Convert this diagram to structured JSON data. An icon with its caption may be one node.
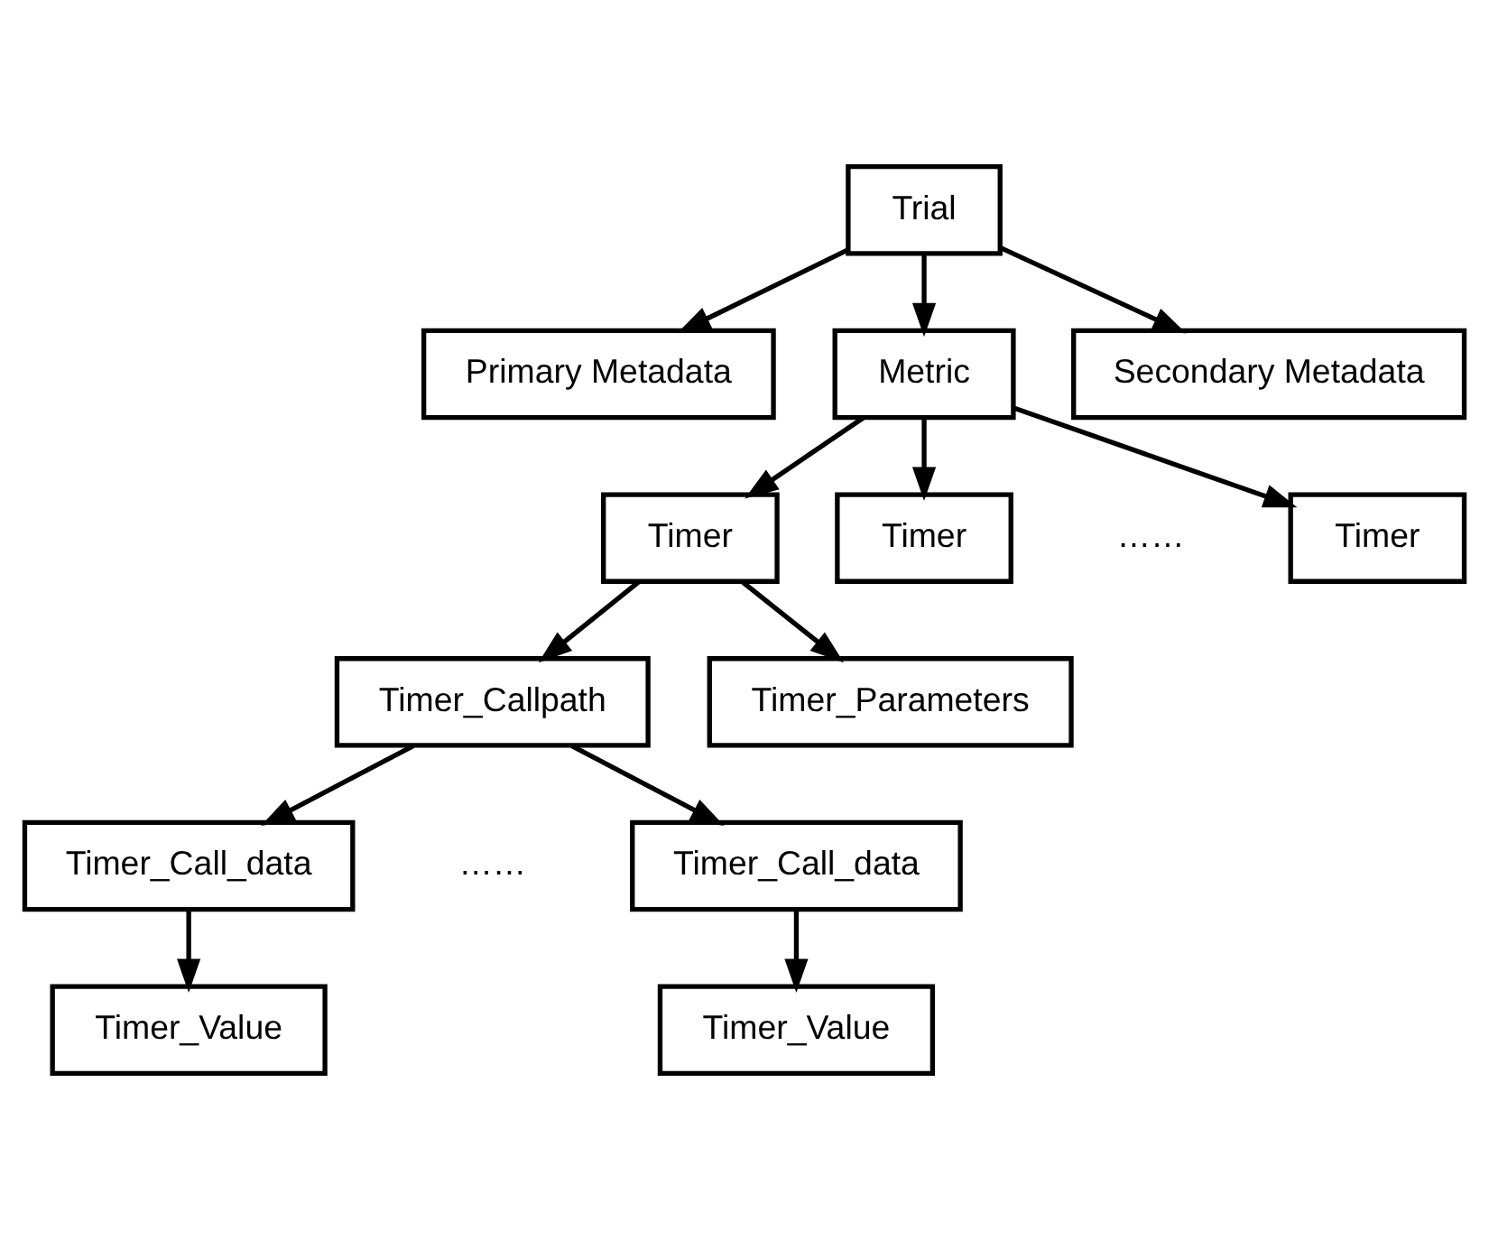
{
  "diagram": {
    "nodes": [
      {
        "text": [
          "Trial"
        ]
      },
      {
        "text": [
          "Primary Metadata"
        ]
      },
      {
        "text": [
          "Metric"
        ]
      },
      {
        "text": [
          "Secondary Metadata"
        ]
      },
      {
        "text": [
          "Timer"
        ]
      },
      {
        "text": [
          "Timer"
        ]
      },
      {
        "text": [
          "Timer"
        ]
      },
      {
        "text": [
          "Timer_Callpath"
        ]
      },
      {
        "text": [
          "Timer_Parameters"
        ]
      },
      {
        "text": [
          "Timer_Call_data"
        ]
      },
      {
        "text": [
          "Timer_Call_data"
        ]
      },
      {
        "text": [
          "Timer_Value"
        ]
      },
      {
        "text": [
          "Timer_Value"
        ]
      }
    ],
    "edges": [
      {
        "from": 0,
        "to": 1,
        "arrow": "to"
      },
      {
        "from": 0,
        "to": 2,
        "arrow": "to"
      },
      {
        "from": 0,
        "to": 3,
        "arrow": "to"
      },
      {
        "from": 2,
        "to": 4,
        "arrow": "to"
      },
      {
        "from": 2,
        "to": 5,
        "arrow": "to"
      },
      {
        "from": 2,
        "to": 6,
        "arrow": "to"
      },
      {
        "from": 4,
        "to": 7,
        "arrow": "to"
      },
      {
        "from": 4,
        "to": 8,
        "arrow": "to"
      },
      {
        "from": 7,
        "to": 9,
        "arrow": "to"
      },
      {
        "from": 7,
        "to": 10,
        "arrow": "to"
      },
      {
        "from": 9,
        "to": 11,
        "arrow": "to"
      },
      {
        "from": 10,
        "to": 12,
        "arrow": "to"
      }
    ],
    "labels": [
      "……",
      "……"
    ]
  }
}
